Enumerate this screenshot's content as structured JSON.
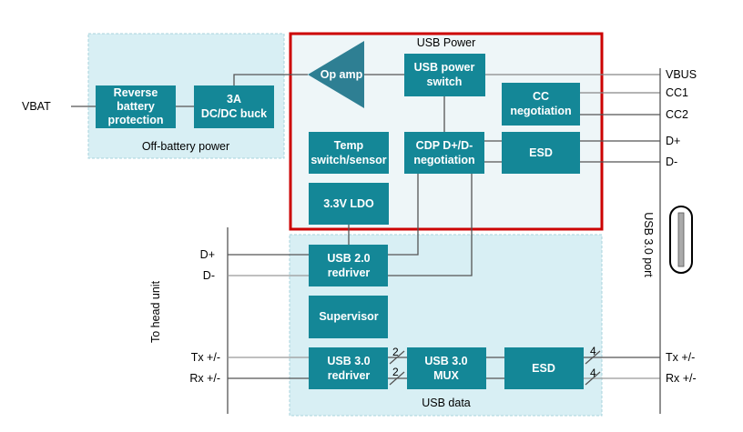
{
  "colors": {
    "block": "#148797",
    "op_amp": "#2e7f93",
    "group_fill": "#d8eff4",
    "group_border": "#a8d3dc",
    "usb_power_fill": "#eef6f8",
    "highlight": "#cc0000",
    "wire": "#555555",
    "wire_light": "#9a9a9a"
  },
  "groups": {
    "off_battery": "Off-battery power",
    "usb_power": "USB Power",
    "usb_data": "USB data"
  },
  "blocks": {
    "reverse_battery": [
      "Reverse",
      "battery",
      "protection"
    ],
    "dcdc_buck": [
      "3A",
      "DC/DC buck"
    ],
    "op_amp": "Op amp",
    "usb_power_switch": [
      "USB power",
      "switch"
    ],
    "cc_negotiation": [
      "CC",
      "negotiation"
    ],
    "temp_sensor": [
      "Temp",
      "switch/sensor"
    ],
    "cdp_negotiation": [
      "CDP D+/D-",
      "negotiation"
    ],
    "esd_power": "ESD",
    "ldo": "3.3V LDO",
    "usb2_redriver": [
      "USB 2.0",
      "redriver"
    ],
    "supervisor": "Supervisor",
    "usb3_redriver": [
      "USB 3.0",
      "redriver"
    ],
    "usb3_mux": [
      "USB 3.0",
      "MUX"
    ],
    "esd_data": "ESD"
  },
  "signals": {
    "vbat": "VBAT",
    "vbus": "VBUS",
    "cc1": "CC1",
    "cc2": "CC2",
    "port_dp": "D+",
    "port_dm": "D-",
    "head_dp": "D+",
    "head_dm": "D-",
    "head_tx": "Tx +/-",
    "head_rx": "Rx +/-",
    "port_tx": "Tx +/-",
    "port_rx": "Rx +/-"
  },
  "bus_widths": {
    "redriver_mux_tx": "2",
    "redriver_mux_rx": "2",
    "esd_port_tx": "4",
    "esd_port_rx": "4"
  },
  "side_labels": {
    "head_unit": "To head unit",
    "usb_port": "USB 3.0 port"
  },
  "connector_icon": "usb-c-connector-icon"
}
